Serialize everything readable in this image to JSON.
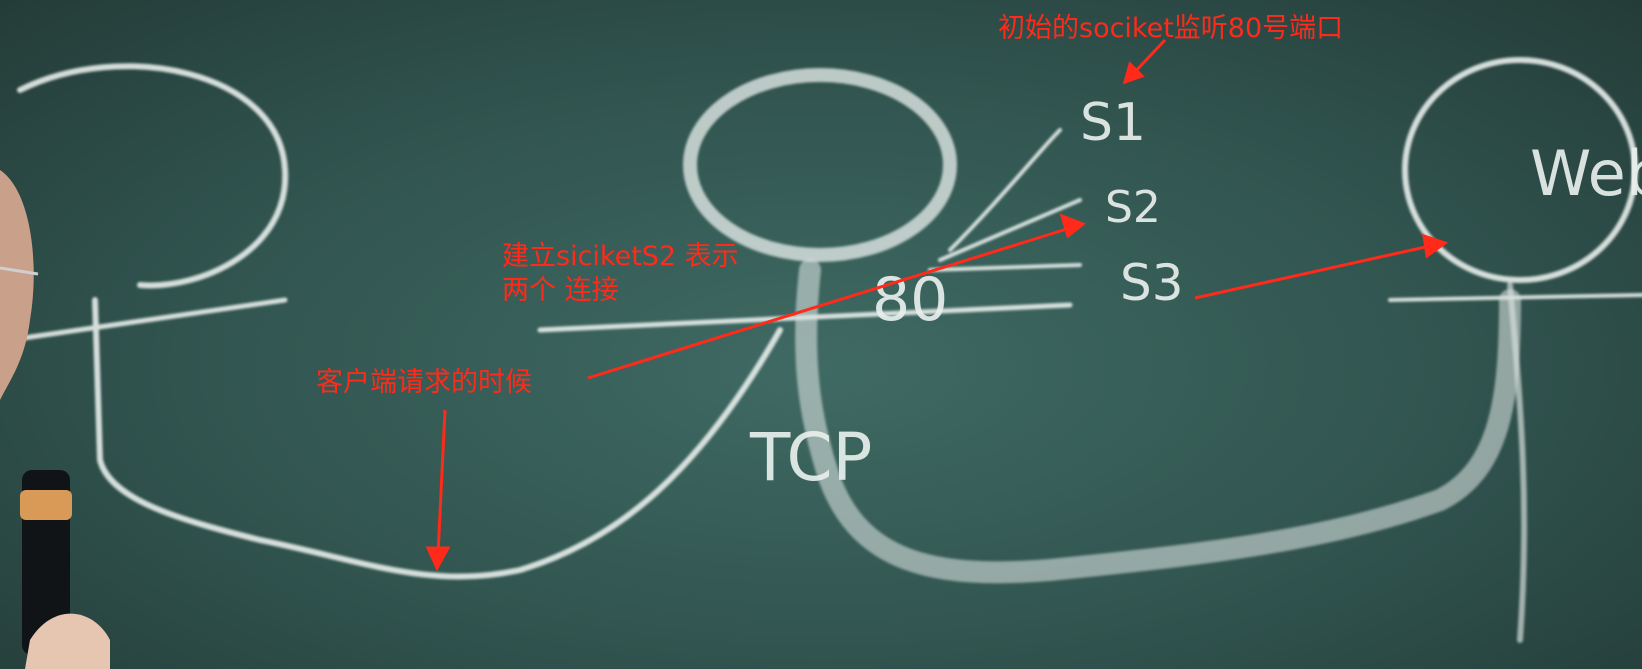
{
  "annotations": {
    "initial_socket": "初始的sociket监听80号端口",
    "create_socket_line1": "建立siciketS2 表示",
    "create_socket_line2": "两个 连接",
    "client_request": "客户端请求的时候"
  },
  "chalk_text": {
    "s1": "S1",
    "s2": "S2",
    "s3": "S3",
    "port": "80",
    "protocol": "TCP",
    "web": "Web"
  },
  "colors": {
    "annotation_red": "#ff2a1a",
    "chalk": "#e9efec",
    "board": "#31544f"
  }
}
